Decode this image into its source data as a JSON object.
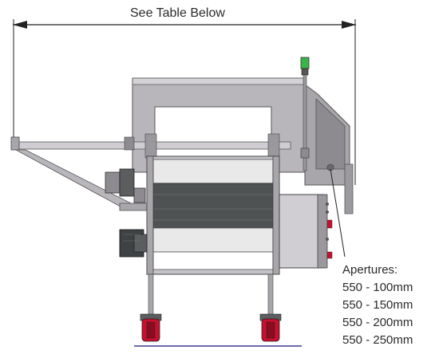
{
  "dimension": {
    "label": "See Table Below"
  },
  "apertures": {
    "title": "Apertures:",
    "items": [
      "550 - 100mm",
      "550 - 150mm",
      "550 - 200mm",
      "550 - 250mm"
    ]
  },
  "colors": {
    "frame": "#b9b6bb",
    "frame_dark": "#8d8a90",
    "roller": "#e9e9ea",
    "belt_dark": "#4f5253",
    "motor": "#3f4244",
    "wheel_red": "#c8102e",
    "beacon_green": "#39b54a",
    "floor": "#3b3a8c"
  }
}
